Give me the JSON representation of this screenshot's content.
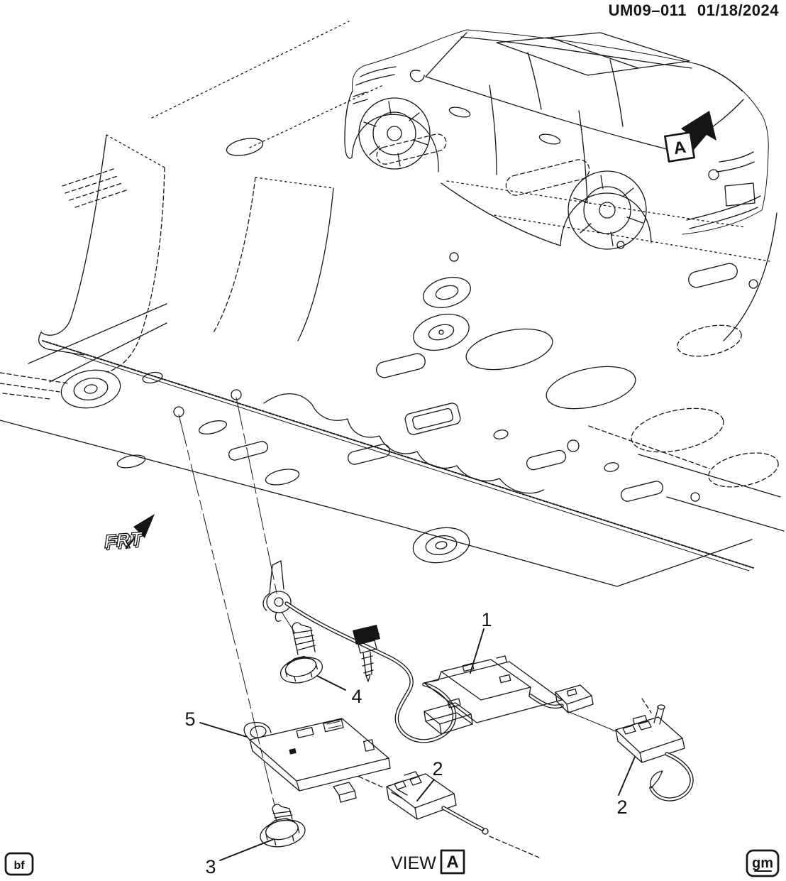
{
  "header": {
    "code": "UM09–011",
    "date": "01/18/2024"
  },
  "vehicle": {
    "detail_marker": "A"
  },
  "direction": {
    "front_label": "FRT"
  },
  "view": {
    "label": "VIEW",
    "letter": "A"
  },
  "callouts": {
    "harness": "1",
    "connector_bottom": "2",
    "connector_right": "2",
    "bolt_module": "3",
    "bolt_ground": "4",
    "module": "5"
  },
  "footer": {
    "left_code": "bf",
    "logo_text": "gm"
  },
  "colors": {
    "ink": "#151515",
    "paper": "#ffffff"
  }
}
